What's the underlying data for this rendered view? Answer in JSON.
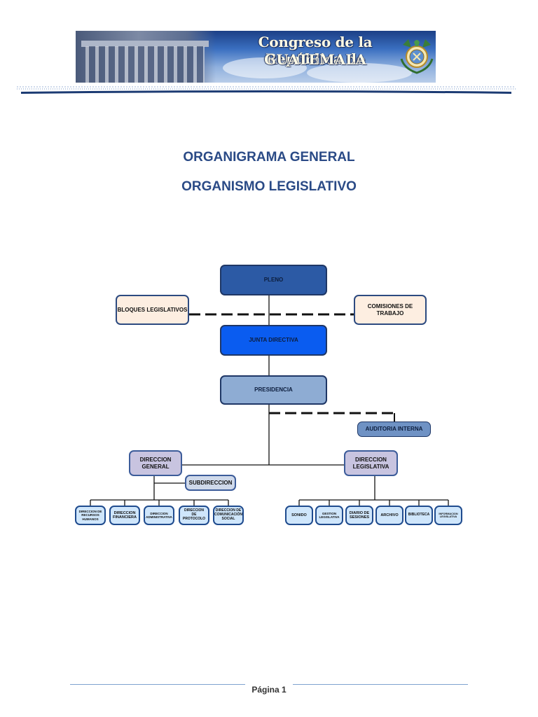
{
  "header": {
    "line1": "Congreso de la República de",
    "line2": "GUATEMALA"
  },
  "titles": {
    "title1": "ORGANIGRAMA GENERAL",
    "title2": "ORGANISMO LEGISLATIVO"
  },
  "colors": {
    "title": "#2a4a86",
    "pleno": "#2c5aa5",
    "junta": "#0a5cf0",
    "presidencia": "#8eacd3",
    "lateral": "#fdeee1",
    "auditoria": "#6f92c4",
    "direccion": "#c8c4e0",
    "subdireccion": "#cfd9ea",
    "leaf": "#cfe6fb",
    "line": "#111111"
  },
  "org": {
    "pleno": "PLENO",
    "bloques": "BLOQUES LEGISLATIVOS",
    "comisiones": "COMISIONES DE TRABAJO",
    "junta": "JUNTA DIRECTIVA",
    "presidencia": "PRESIDENCIA",
    "auditoria": "AUDITORIA INTERNA",
    "direccion_general": "DIRECCION GENERAL",
    "subdireccion": "SUBDIRECCION",
    "direccion_legislativa": "DIRECCION LEGISLATIVA",
    "general_units": [
      "DIRECCION DE RECURSOS HUMANOS",
      "DIRECCION FINANCIERA",
      "DIRECCION ADMINISTRATIVA",
      "DIRECCION DE PROTOCOLO",
      "DIRECCION DE COMUNICACIÓN SOCIAL"
    ],
    "legislative_units": [
      "SONIDO",
      "GESTION LEGISLATIVA",
      "DIARIO DE SESIONES",
      "ARCHIVO",
      "BIBLIOTECA",
      "INFORMACION LEGISLATIVA"
    ]
  },
  "footer": {
    "page": "Página 1"
  }
}
